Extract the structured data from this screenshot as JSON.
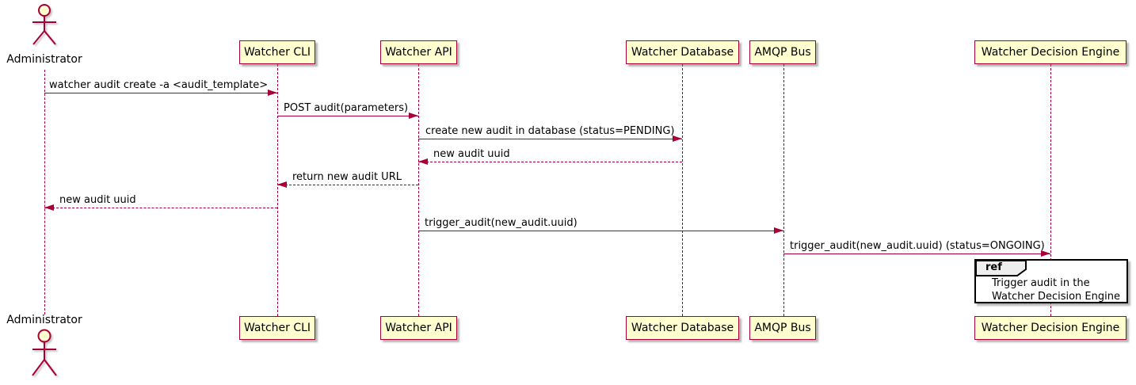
{
  "diagram_type": "uml-sequence-diagram",
  "participants": {
    "administrator": {
      "label": "Administrator",
      "kind": "actor"
    },
    "watcher_cli": {
      "label": "Watcher CLI",
      "kind": "participant"
    },
    "watcher_api": {
      "label": "Watcher API",
      "kind": "participant"
    },
    "watcher_database": {
      "label": "Watcher Database",
      "kind": "participant"
    },
    "amqp_bus": {
      "label": "AMQP Bus",
      "kind": "participant"
    },
    "watcher_decision_engine": {
      "label": "Watcher Decision Engine",
      "kind": "participant"
    }
  },
  "messages": [
    {
      "from": "Administrator",
      "to": "Watcher CLI",
      "label": "watcher audit create -a <audit_template>",
      "line": "solid"
    },
    {
      "from": "Watcher CLI",
      "to": "Watcher API",
      "label": "POST audit(parameters)",
      "line": "solid"
    },
    {
      "from": "Watcher API",
      "to": "Watcher Database",
      "label": "create new audit in database (status=PENDING)",
      "line": "solid"
    },
    {
      "from": "Watcher Database",
      "to": "Watcher API",
      "label": "new audit uuid",
      "line": "dashed"
    },
    {
      "from": "Watcher API",
      "to": "Watcher CLI",
      "label": "return new audit URL",
      "line": "dashed"
    },
    {
      "from": "Watcher CLI",
      "to": "Administrator",
      "label": "new audit uuid",
      "line": "dashed"
    },
    {
      "from": "Watcher API",
      "to": "AMQP Bus",
      "label": "trigger_audit(new_audit.uuid)",
      "line": "solid"
    },
    {
      "from": "AMQP Bus",
      "to": "Watcher Decision Engine",
      "label": "trigger_audit(new_audit.uuid) (status=ONGOING)",
      "line": "solid"
    }
  ],
  "ref": {
    "keyword": "ref",
    "line1": "Trigger audit in the",
    "line2": "Watcher Decision Engine",
    "over": "Watcher Decision Engine"
  },
  "colors": {
    "background": "#FFFFFF",
    "participant_fill": "#FEFECE",
    "line_and_border": "#A80036",
    "text": "#000000",
    "ref_border": "#000000",
    "ref_header_fill": "#EEEEEE",
    "shadow": "#6E6E6E"
  }
}
